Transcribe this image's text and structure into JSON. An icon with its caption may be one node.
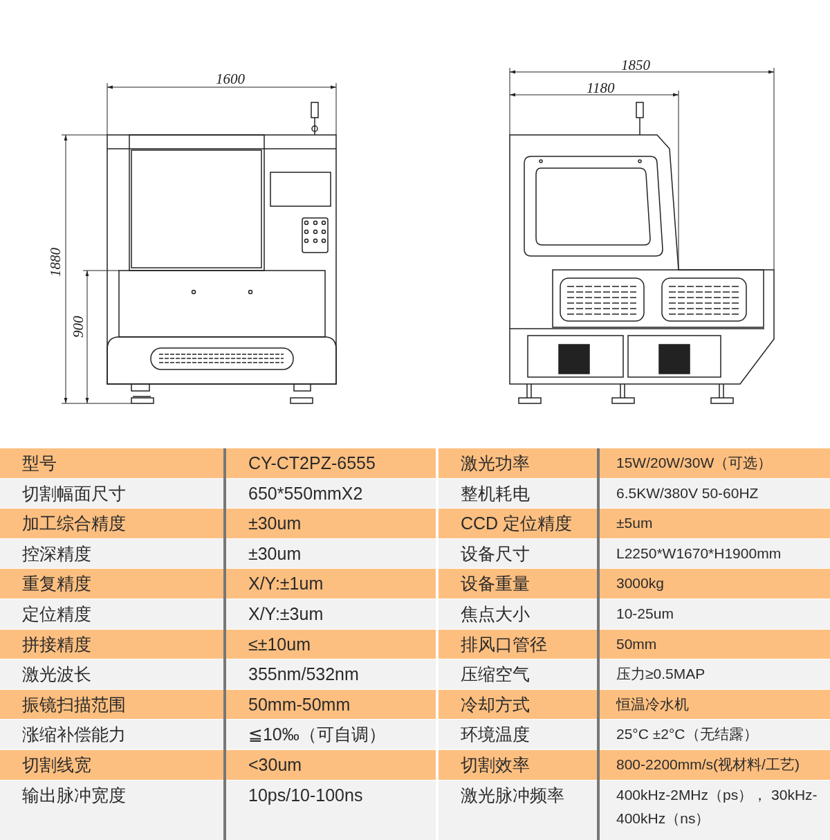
{
  "diagram": {
    "labels": [
      "1600",
      "1880",
      "900",
      "1850",
      "1180",
      "型号",
      "CY-CT2PZ-6555",
      "激光功率",
      "15W/20W/30W（可选）",
      "切割幅面尺寸",
      "650*550mmX2",
      "整机耗电",
      "6.5KW/380V  50-60HZ",
      "加工综合精度",
      "±30um",
      "CCD 定位精度",
      "±5um",
      "控深精度",
      "±30um",
      "设备尺寸",
      "L2250*W1670*H1900mm",
      "重复精度",
      "X/Y:±1um",
      "设备重量",
      "3000kg",
      "定位精度",
      "X/Y:±3um",
      "焦点大小",
      "10-25um",
      "拼接精度",
      "≤±10um",
      "排风口管径",
      "50mm",
      "激光波长",
      "355nm/532nm",
      "压缩空气",
      "压力≥0.5MAP",
      "振镜扫描范围",
      "50mm-50mm",
      "冷却方式",
      "恒温冷水机",
      "涨缩补偿能力",
      "≦10‰（可自调）",
      "环境温度",
      "25°C  ±2°C（无结露）",
      "切割线宽",
      "<30um",
      "切割效率",
      "800-2200mm/s(视材料/工艺)",
      "输出脉冲宽度",
      "10ps/10-100ns",
      "激光脉冲频率",
      "400kHz-2MHz（ps）， 30kHz-400kHz（ns）"
    ]
  }
}
